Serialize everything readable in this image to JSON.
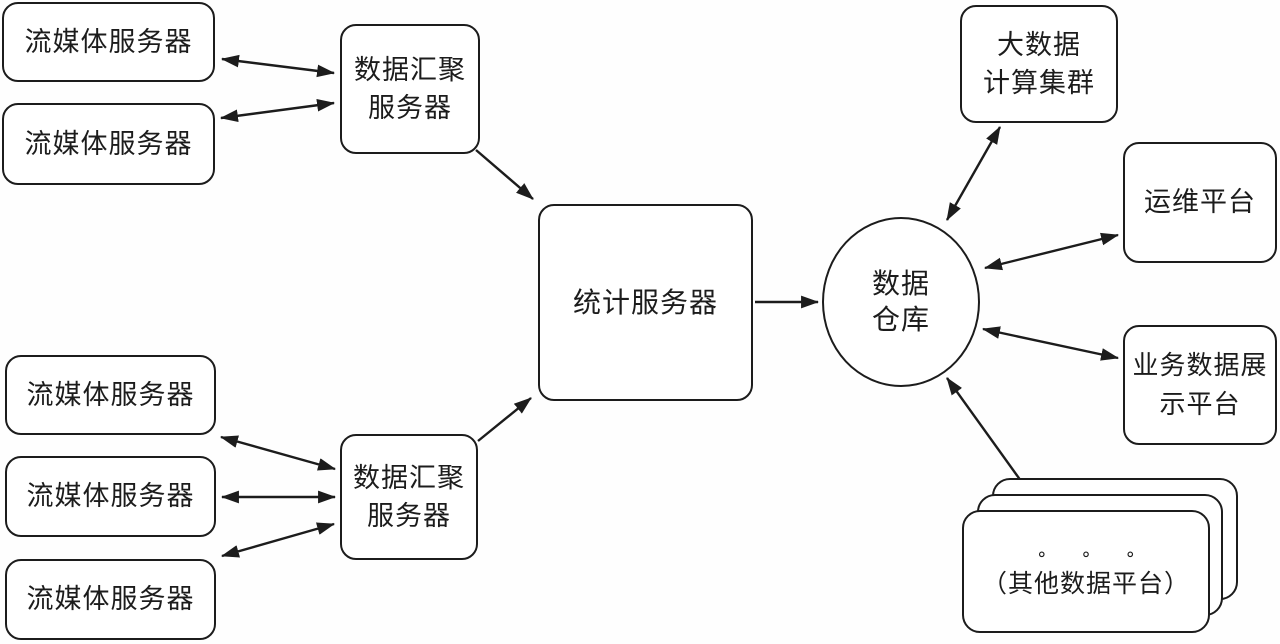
{
  "colors": {
    "background": "#fefefe",
    "stroke": "#1c1c1c",
    "text": "#1c1c1c"
  },
  "nodes": {
    "stream1": {
      "label": "流媒体服务器"
    },
    "stream2": {
      "label": "流媒体服务器"
    },
    "stream3": {
      "label": "流媒体服务器"
    },
    "stream4": {
      "label": "流媒体服务器"
    },
    "stream5": {
      "label": "流媒体服务器"
    },
    "agg1": {
      "line1": "数据汇聚",
      "line2": "服务器"
    },
    "agg2": {
      "line1": "数据汇聚",
      "line2": "服务器"
    },
    "stats": {
      "label": "统计服务器"
    },
    "warehouse": {
      "line1": "数据",
      "line2": "仓库"
    },
    "bigdata": {
      "line1": "大数据",
      "line2": "计算集群"
    },
    "ops": {
      "label": "运维平台"
    },
    "display": {
      "line1": "业务数据展",
      "line2": "示平台"
    },
    "others": {
      "dots": "∘ ∘ ∘",
      "label": "（其他数据平台）"
    }
  },
  "edges": [
    {
      "from": "stream1",
      "to": "agg1",
      "direction": "both"
    },
    {
      "from": "stream2",
      "to": "agg1",
      "direction": "both"
    },
    {
      "from": "agg1",
      "to": "stats",
      "direction": "forward"
    },
    {
      "from": "stream3",
      "to": "agg2",
      "direction": "both"
    },
    {
      "from": "stream4",
      "to": "agg2",
      "direction": "both"
    },
    {
      "from": "stream5",
      "to": "agg2",
      "direction": "both"
    },
    {
      "from": "agg2",
      "to": "stats",
      "direction": "forward"
    },
    {
      "from": "stats",
      "to": "warehouse",
      "direction": "forward"
    },
    {
      "from": "warehouse",
      "to": "bigdata",
      "direction": "both"
    },
    {
      "from": "warehouse",
      "to": "ops",
      "direction": "both"
    },
    {
      "from": "warehouse",
      "to": "display",
      "direction": "both"
    },
    {
      "from": "warehouse",
      "to": "others",
      "direction": "both"
    }
  ]
}
